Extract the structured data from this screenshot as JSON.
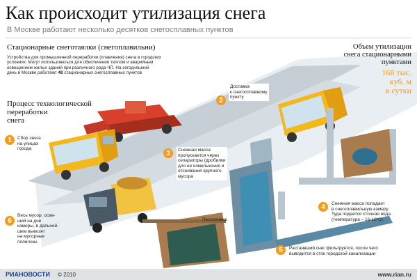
{
  "header": {
    "title": "Как происходит утилизация снега",
    "subtitle": "В Москве работают несколько десятков снегосплавных пунктов"
  },
  "stationary": {
    "title": "Стационарные снеготаялки (снегоплавильни)",
    "description_lines": [
      "Устройства для промышленной переработки (плавления) снега в городских",
      "условиях. Могут использоваться для обеспечения теплом и аварийным",
      "освещением жилых зданий при различного рода ЧП. На сегодняшний",
      "день в Москве работают",
      "48",
      "стационарных снегосплавных пунктов"
    ]
  },
  "process": {
    "title_lines": [
      "Процесс технологической",
      "переработки",
      "снега"
    ]
  },
  "volume": {
    "title_lines": [
      "Объем утилизации",
      "снега стационарными",
      "пунктами"
    ],
    "value_lines": [
      "168 тыс.",
      "куб. м",
      "в сутки"
    ]
  },
  "steps": [
    {
      "number": "1",
      "lines": [
        "Сбор снега",
        "на улицах",
        "города"
      ]
    },
    {
      "number": "2",
      "lines": [
        "Доставка",
        "к снегосплавному",
        "пункту"
      ]
    },
    {
      "number": "3",
      "lines": [
        "Снежная масса",
        "пропускается через",
        "сепараторы (дробилки",
        "для ее измельчения и",
        "отсеивания крупного",
        "мусора"
      ]
    },
    {
      "number": "4",
      "lines": [
        "Снежная масса попадает",
        "в снегоплавильную камеру.",
        "Туда подается сточная вода",
        "(температура – 16-18ºС)"
      ]
    },
    {
      "number": "5",
      "lines": [
        "Растаявший снег фильтруется, после чего",
        "выводится в сток городской канализации"
      ]
    },
    {
      "number": "6",
      "lines": [
        "Весь мусор, осев-",
        "ший на дне",
        "камеры, в дальней-",
        "шем вывозят",
        "на мусорные",
        "полигоны"
      ]
    }
  ],
  "labels": {
    "sand_trap": "Песколовка"
  },
  "footer": {
    "logo": "РИАНОВОСТИ",
    "copyright": "© 2010",
    "site": "www.rian.ru"
  },
  "colors": {
    "accent": "#f39b1a",
    "road": "#c9d3db",
    "truck_yellow": "#f2b81c",
    "bulldozer_red": "#d8402b",
    "water": "#3f8fb5",
    "pipe": "#b9c6cf",
    "brown_pit": "#a87c4f"
  }
}
